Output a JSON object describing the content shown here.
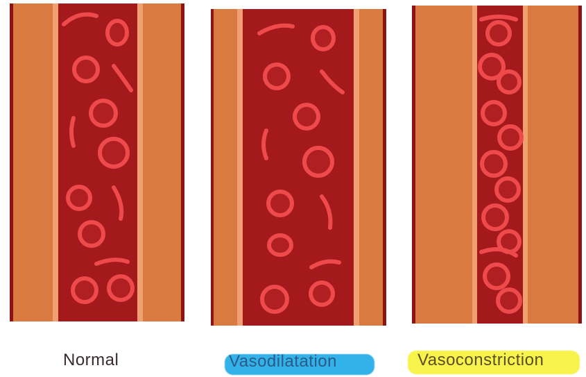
{
  "panels": [
    {
      "label": "Normal",
      "highlight": null,
      "label_color": "#3a2a30"
    },
    {
      "label": "Vasodilatation",
      "highlight": "#33b2ea",
      "label_color": "#2a5b86"
    },
    {
      "label": "Vasoconstriction",
      "highlight": "#f7f34a",
      "label_color": "#5a4e2a"
    }
  ],
  "colors": {
    "vessel_wall": "#d97a41",
    "wall_edge": "#8c1414",
    "wall_highlight": "#f0a070",
    "lumen": "#a3191c",
    "blood_cell": "#ee4a4c",
    "blood_cell_inner": "#b01f22"
  }
}
